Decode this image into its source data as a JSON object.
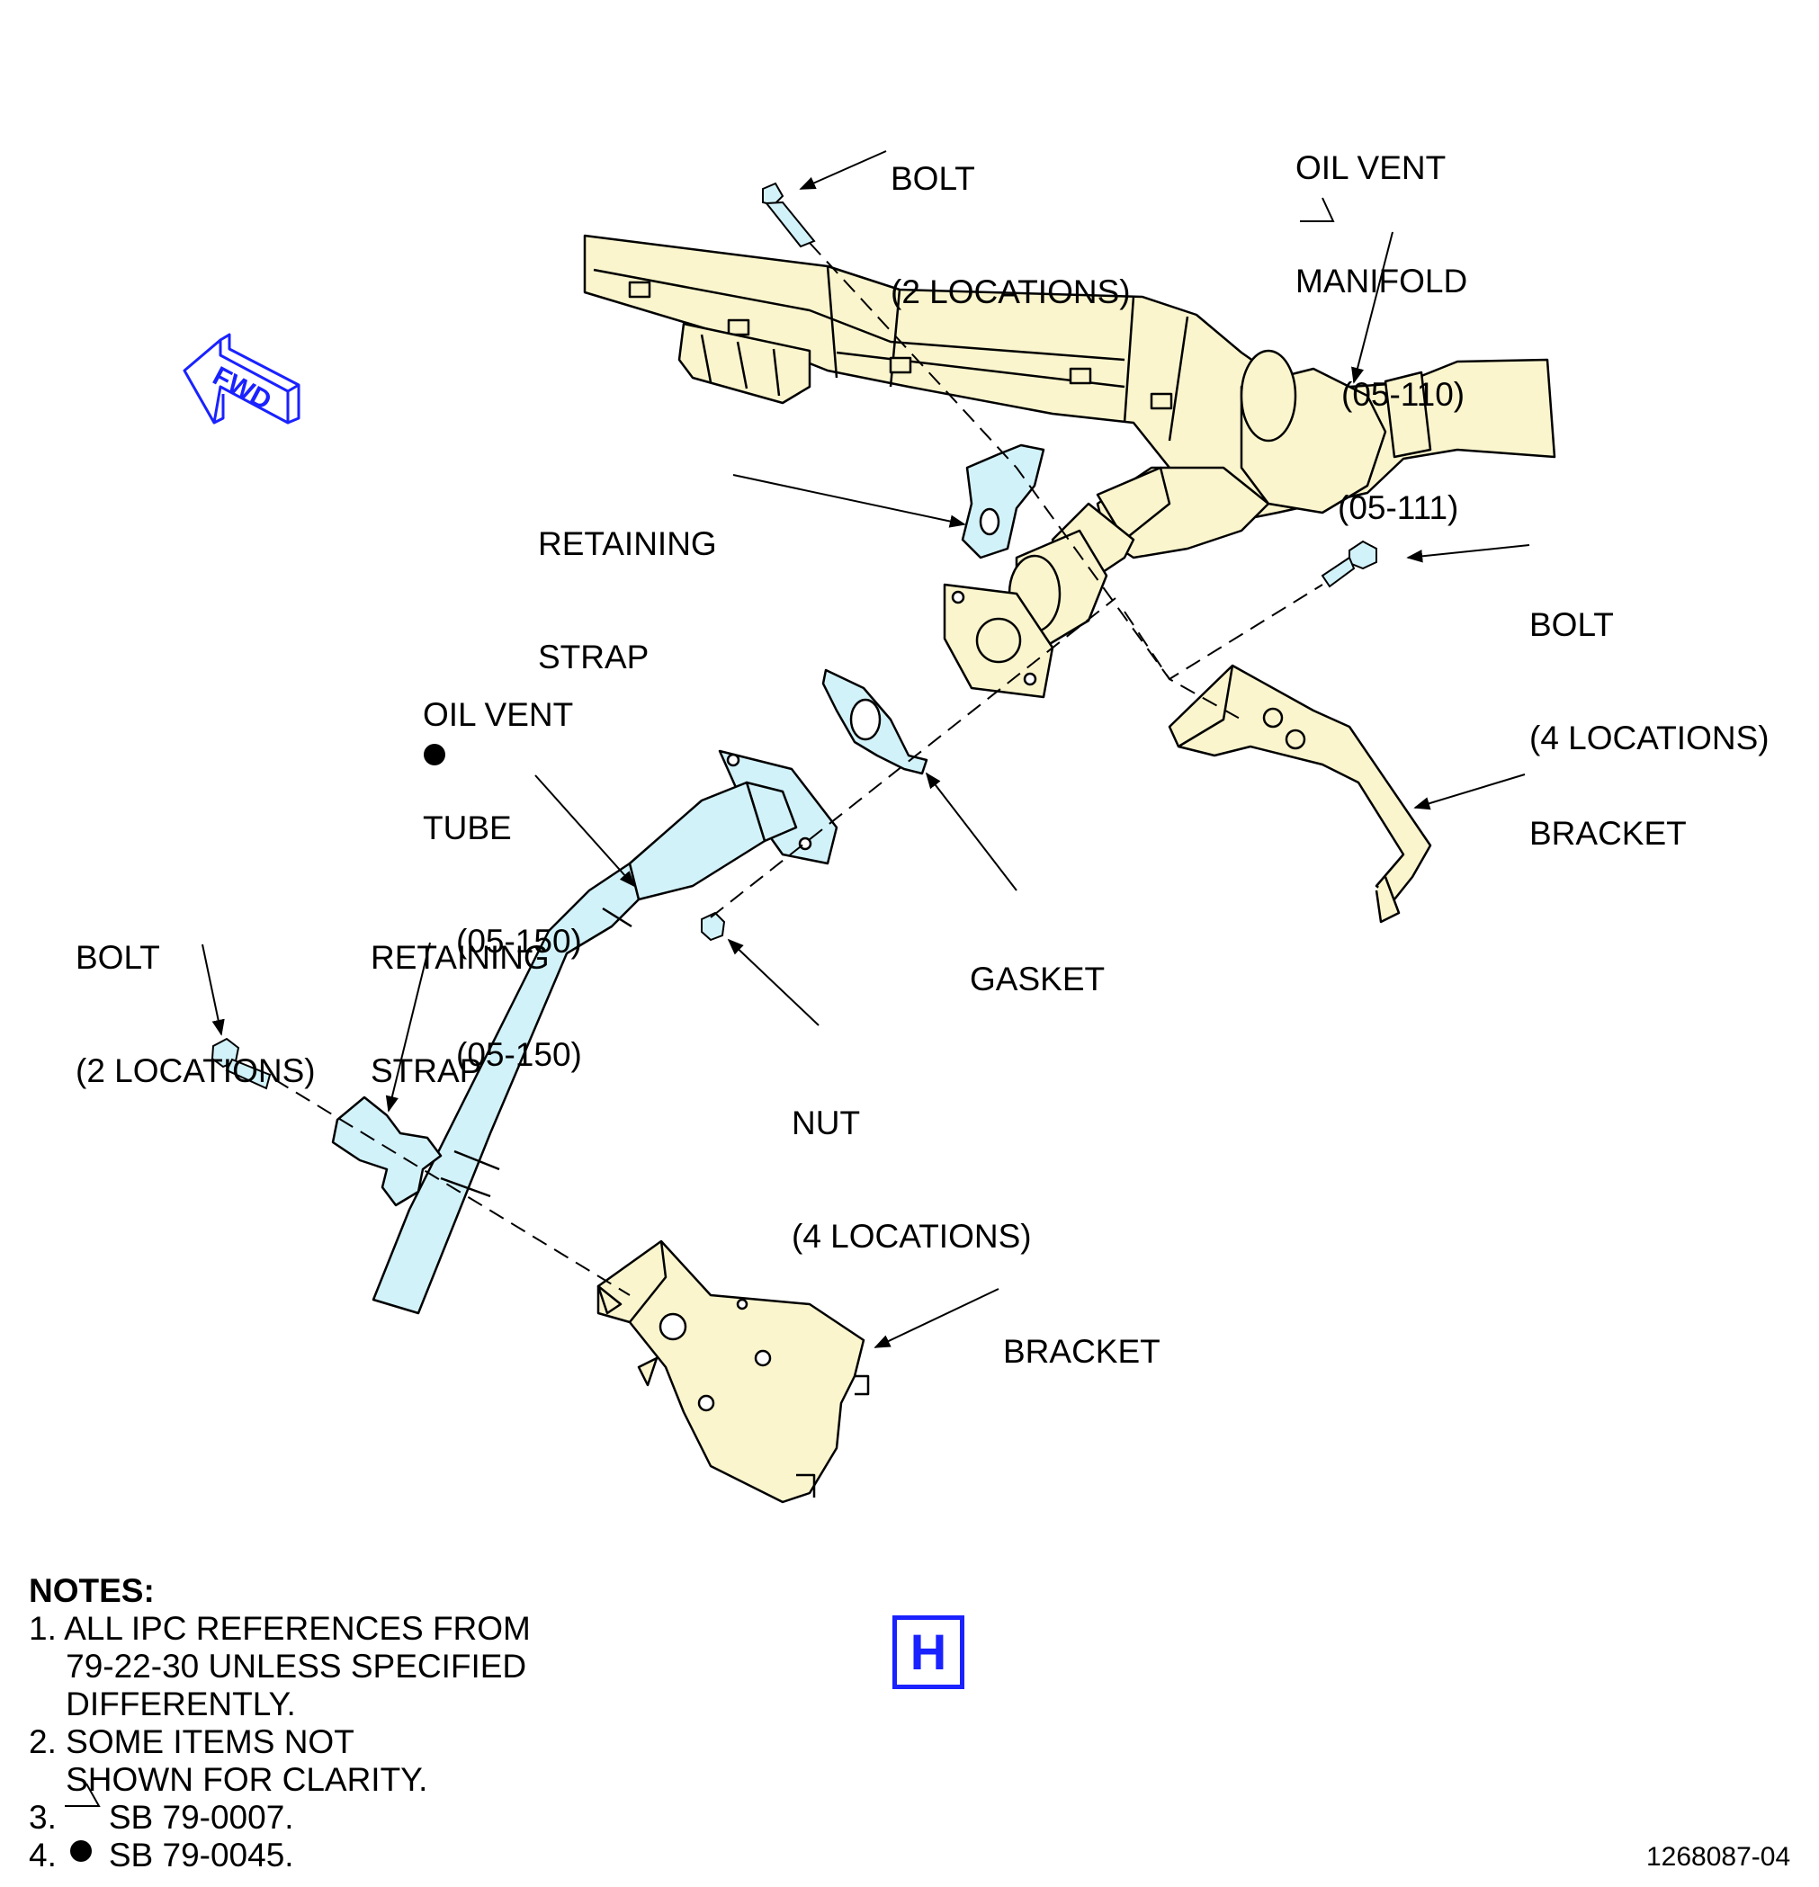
{
  "callouts": {
    "bolt_top": {
      "line1": "BOLT",
      "line2": "(2 LOCATIONS)"
    },
    "manifold": {
      "line1": "OIL VENT",
      "line2": "MANIFOLD",
      "ref1": "(05-110)",
      "ref2": "(05-111)"
    },
    "strap_upper": {
      "line1": "RETAINING",
      "line2": "STRAP"
    },
    "bolt_right": {
      "line1": "BOLT",
      "line2": "(4 LOCATIONS)"
    },
    "tube": {
      "line1": "OIL VENT",
      "line2": "TUBE",
      "ref1": "(05-150)",
      "ref2": "(05-150)"
    },
    "bracket_right": {
      "line1": "BRACKET"
    },
    "gasket": {
      "line1": "GASKET"
    },
    "bolt_left": {
      "line1": "BOLT",
      "line2": "(2 LOCATIONS)"
    },
    "strap_lower": {
      "line1": "RETAINING",
      "line2": "STRAP"
    },
    "nut": {
      "line1": "NUT",
      "line2": "(4 LOCATIONS)"
    },
    "bracket_lower": {
      "line1": "BRACKET"
    }
  },
  "fwd_label": "FWD",
  "view_label": "H",
  "notes": {
    "title": "NOTES:",
    "n1a": "1. ALL IPC REFERENCES FROM",
    "n1b": "    79-22-30 UNLESS SPECIFIED",
    "n1c": "    DIFFERENTLY.",
    "n2a": "2. SOME ITEMS NOT",
    "n2b": "    SHOWN FOR CLARITY.",
    "n3": "SB 79-0007.",
    "n4": "SB 79-0045.",
    "n3_num": "3.",
    "n4_num": "4."
  },
  "figure_number": "1268087-04",
  "colors": {
    "manifold": "#faf5cd",
    "tube": "#d2f2fa",
    "fwd": "#1a22ff",
    "outline": "#000000"
  }
}
